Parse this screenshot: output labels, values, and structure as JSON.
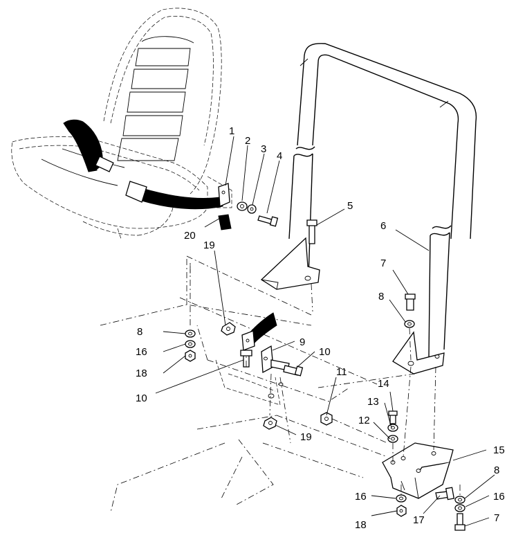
{
  "diagram": {
    "callouts": [
      "1",
      "2",
      "3",
      "4",
      "5",
      "6",
      "7",
      "8",
      "8",
      "8",
      "9",
      "10",
      "10",
      "11",
      "12",
      "13",
      "14",
      "15",
      "16",
      "16",
      "16",
      "17",
      "18",
      "18",
      "19",
      "19",
      "20",
      "7"
    ]
  }
}
